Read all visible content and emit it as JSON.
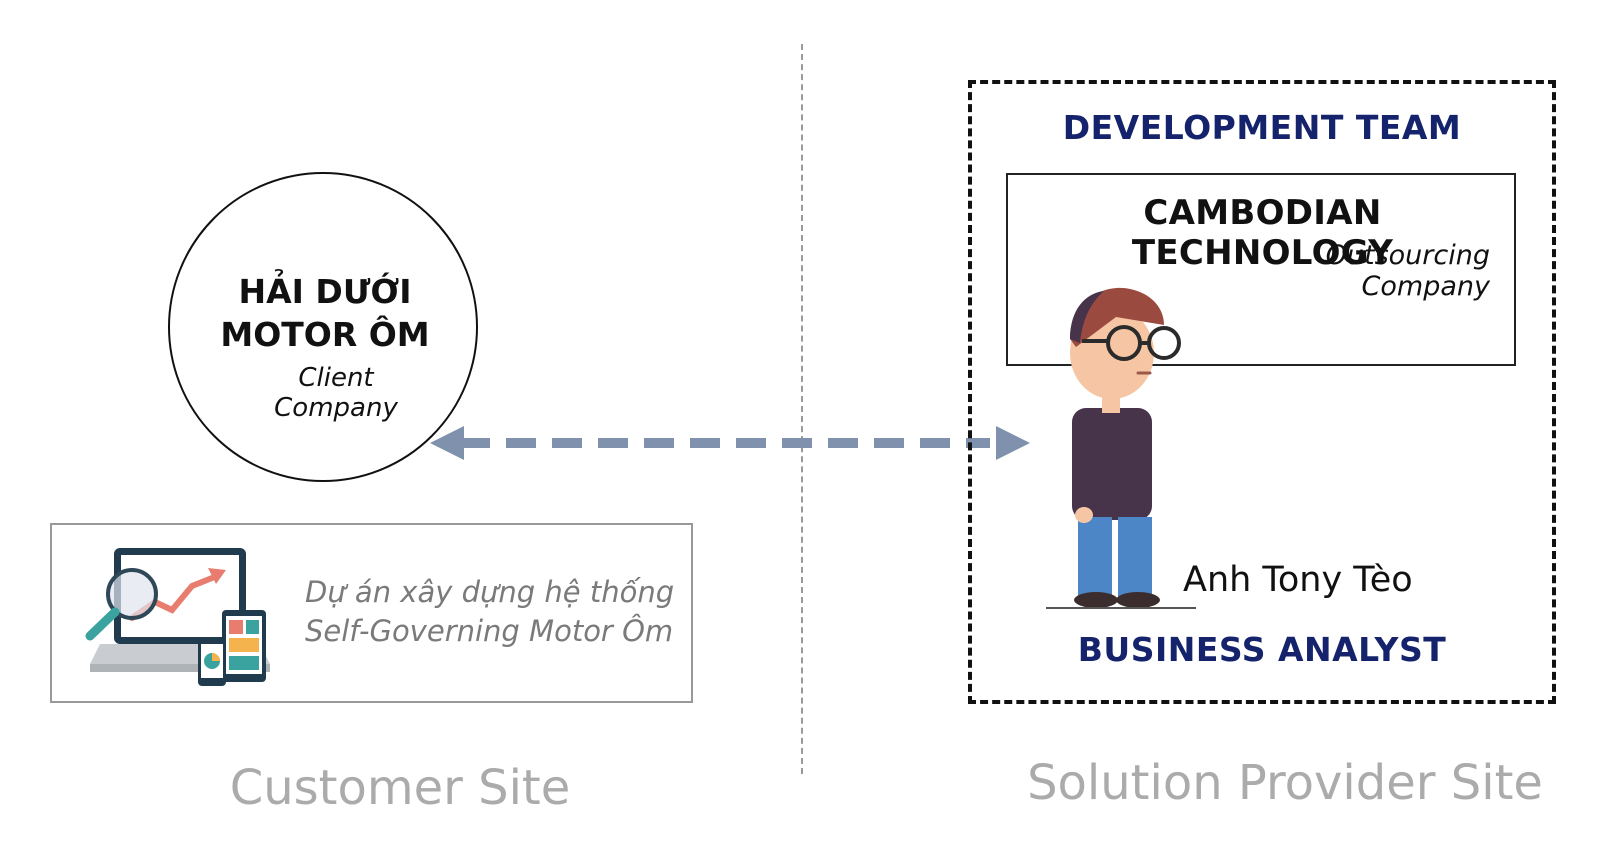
{
  "client": {
    "name_line1": "HẢI DƯỚI",
    "name_line2": "MOTOR ÔM",
    "subtitle": "Client Company"
  },
  "project": {
    "line1": "Dự án xây dựng hệ thống",
    "line2": "Self-Governing Motor Ôm",
    "icon": "laptop-analytics-devices"
  },
  "provider": {
    "team_title": "DEVELOPMENT TEAM",
    "company_name": "CAMBODIAN TECHNOLOGY",
    "company_subtitle": "Outsourcing Company",
    "person_name": "Anh Tony Tèo",
    "role": "BUSINESS ANALYST"
  },
  "sites": {
    "customer": "Customer Site",
    "provider": "Solution Provider Site"
  },
  "colors": {
    "heading_navy": "#14236b",
    "arrow": "#7f91ad",
    "site_label": "#ababab"
  }
}
